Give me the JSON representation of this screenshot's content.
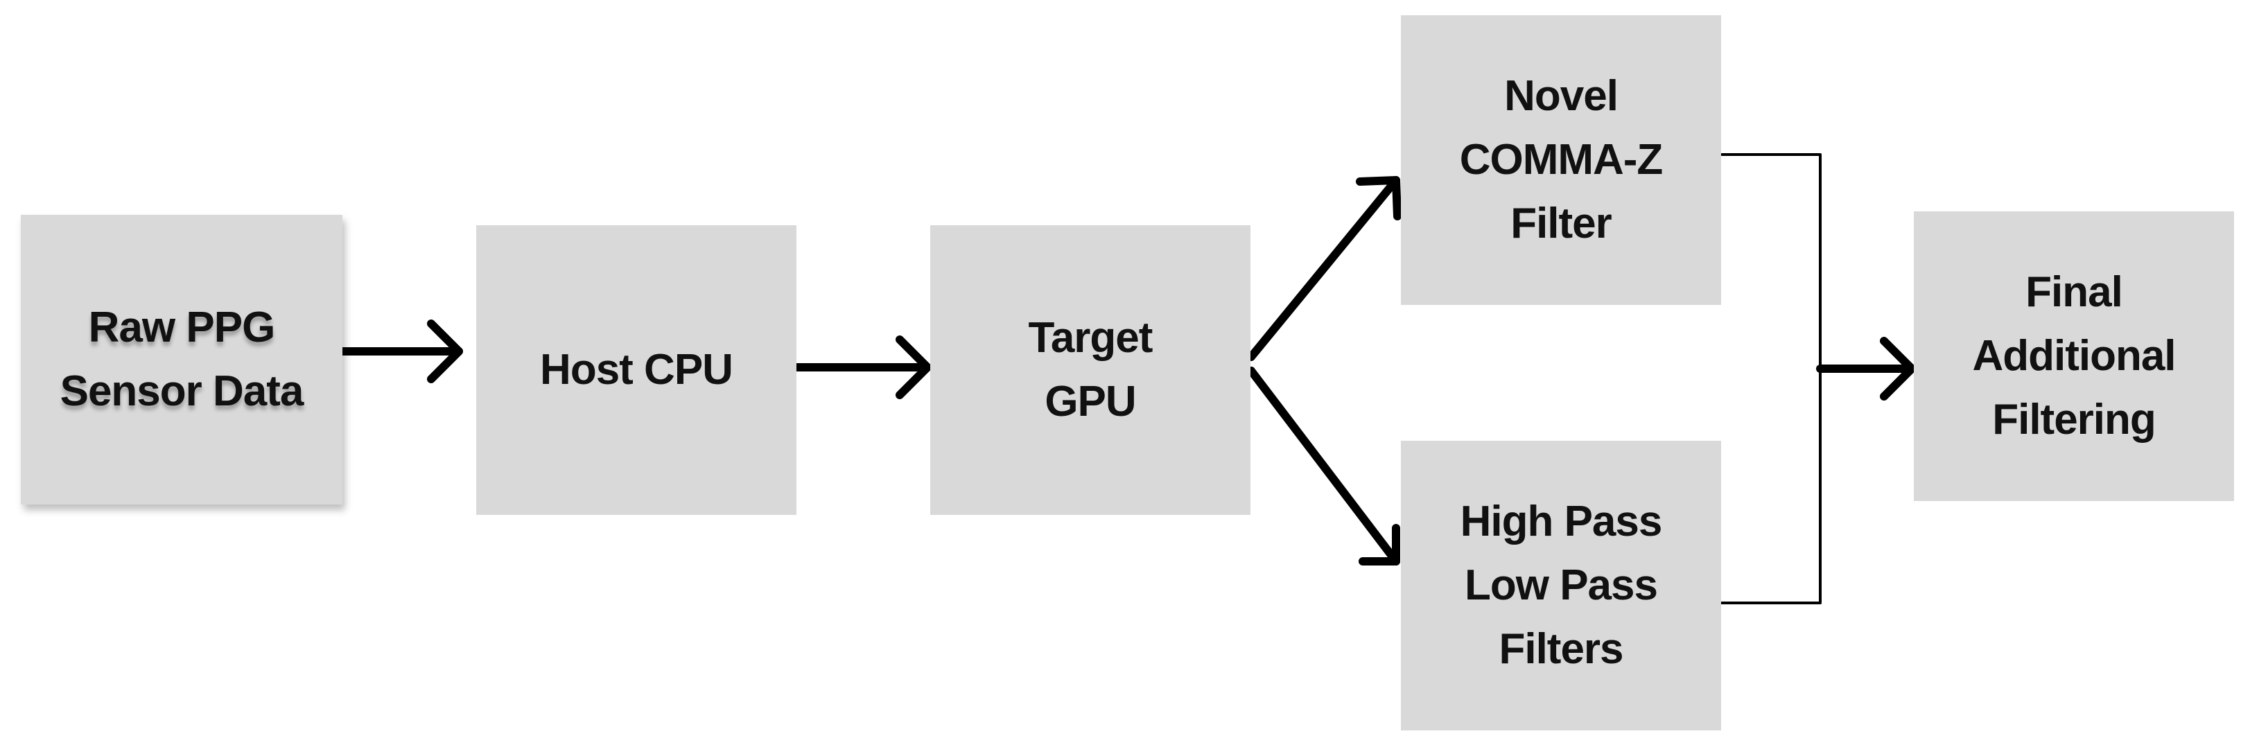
{
  "diagram": {
    "nodes": [
      {
        "id": "raw",
        "lines": [
          "Raw PPG",
          "Sensor Data"
        ]
      },
      {
        "id": "host",
        "lines": [
          "Host CPU"
        ]
      },
      {
        "id": "target",
        "lines": [
          "Target",
          "GPU"
        ]
      },
      {
        "id": "comma",
        "lines": [
          "Novel",
          "COMMA-Z",
          "Filter"
        ]
      },
      {
        "id": "hplp",
        "lines": [
          "High Pass",
          "Low Pass",
          "Filters"
        ]
      },
      {
        "id": "final",
        "lines": [
          "Final",
          "Additional",
          "Filtering"
        ]
      }
    ],
    "edges": [
      {
        "from": "raw",
        "to": "host"
      },
      {
        "from": "host",
        "to": "target"
      },
      {
        "from": "target",
        "to": "comma"
      },
      {
        "from": "target",
        "to": "hplp"
      },
      {
        "from": "comma",
        "to": "final"
      },
      {
        "from": "hplp",
        "to": "final"
      }
    ],
    "colors": {
      "box_fill": "#d9d9d9",
      "text": "#111111",
      "arrow": "#000000"
    }
  }
}
